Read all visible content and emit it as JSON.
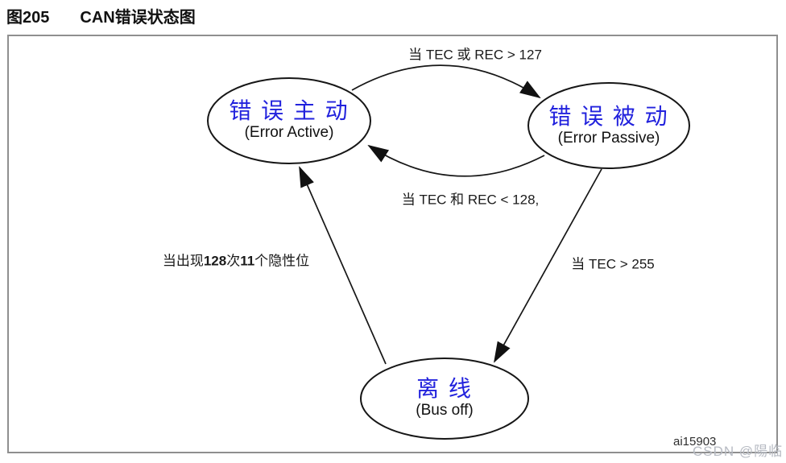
{
  "figure": {
    "number": "图205",
    "title": "CAN错误状态图"
  },
  "states": [
    {
      "id": "error-active",
      "cn": "错 误 主 动",
      "en": "(Error Active)"
    },
    {
      "id": "error-passive",
      "cn": "错 误 被 动",
      "en": "(Error Passive)"
    },
    {
      "id": "bus-off",
      "cn": "离 线",
      "en": "(Bus off)"
    }
  ],
  "transitions": {
    "active_to_passive": "当 TEC 或 REC > 127",
    "passive_to_active": "当 TEC 和 REC < 128,",
    "passive_to_busoff": "当 TEC > 255",
    "busoff_to_active": {
      "pre": "当出现",
      "n1": "128",
      "mid": "次",
      "n2": "11",
      "post": "个隐性位"
    }
  },
  "footer": {
    "figure_id": "ai15903",
    "watermark": "CSDN @陽临"
  },
  "colors": {
    "state_text": "#2222dd",
    "diagram_line": "#161616",
    "frame_border": "#8f8f8f",
    "watermark_text": "#b7bbc3"
  }
}
